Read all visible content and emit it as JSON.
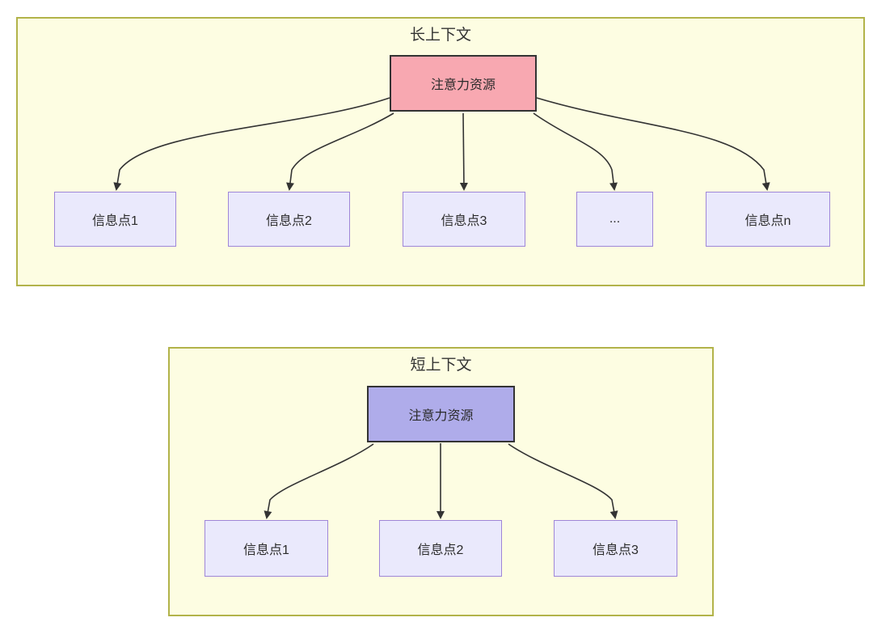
{
  "diagram": {
    "sections": {
      "long": {
        "title": "长上下文",
        "attention_label": "注意力资源",
        "items": [
          "信息点1",
          "信息点2",
          "信息点3",
          "...",
          "信息点n"
        ]
      },
      "short": {
        "title": "短上下文",
        "attention_label": "注意力资源",
        "items": [
          "信息点1",
          "信息点2",
          "信息点3"
        ]
      }
    },
    "colors": {
      "section_fill": "#fdfde2",
      "section_border": "#b2b34a",
      "long_attention_fill": "#f8a8b1",
      "short_attention_fill": "#afacea",
      "attention_border": "#333333",
      "item_fill": "#eae9fc",
      "item_border": "#9f86d8",
      "arrow": "#333333",
      "text": "#333333"
    }
  }
}
